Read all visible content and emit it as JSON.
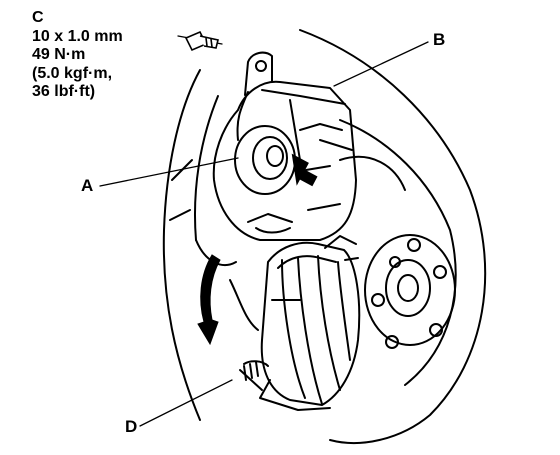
{
  "callouts": {
    "a": "A",
    "b": "B",
    "c": "C",
    "d": "D"
  },
  "spec": {
    "size": "10 x 1.0 mm",
    "torque_nm": "49 N·m",
    "torque_kgfm": "(5.0 kgf·m,",
    "torque_lbfft": "36 lbf·ft)"
  },
  "colors": {
    "line": "#000000",
    "background": "#ffffff"
  }
}
